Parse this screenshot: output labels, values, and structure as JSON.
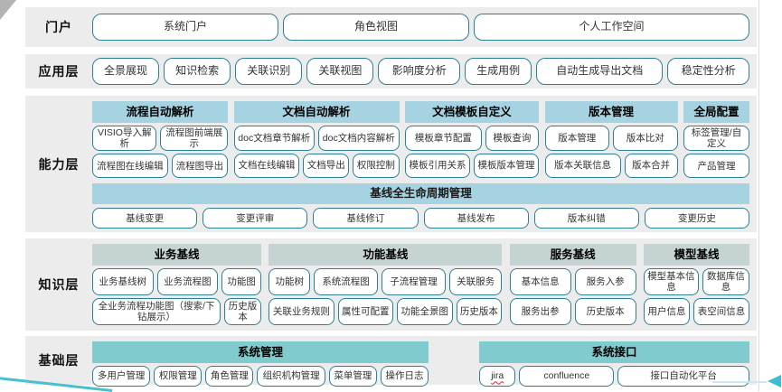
{
  "colors": {
    "band_background": "#ececec",
    "button_border": "#2e7f96",
    "capability_header": "#a6d3e2",
    "knowledge_header": "#c5d4d2",
    "foundation_header": "#7fcbce",
    "accent_teal": "#40bccc",
    "corner_gray": "#b3b3b3"
  },
  "misspelled": [
    "jira"
  ],
  "layers": [
    {
      "label": "门户",
      "items": [
        "系统门户",
        "角色视图",
        "个人工作空间"
      ]
    },
    {
      "label": "应用层",
      "items": [
        "全景展现",
        "知识检索",
        "关联识别",
        "关联视图",
        "影响度分析",
        "生成用例",
        "自动生成导出文档",
        "稳定性分析"
      ]
    },
    {
      "label": "能力层",
      "groups": [
        {
          "title": "流程自动解析",
          "rows": [
            [
              "VISIO导入解析",
              "流程图前端展示"
            ],
            [
              "流程图在线编辑",
              "流程图导出"
            ]
          ]
        },
        {
          "title": "文档自动解析",
          "rows": [
            [
              "doc文档章节解析",
              "doc文档内容解析"
            ],
            [
              "文档在线编辑",
              "文档导出",
              "权限控制"
            ]
          ]
        },
        {
          "title": "文档模板自定义",
          "rows": [
            [
              "模板章节配置",
              "模板查询"
            ],
            [
              "模板引用关系",
              "模板版本管理"
            ]
          ]
        },
        {
          "title": "版本管理",
          "rows": [
            [
              "版本管理",
              "版本比对"
            ],
            [
              "版本关联信息",
              "版本合并"
            ]
          ]
        },
        {
          "title": "全局配置",
          "rows": [
            [
              "标签管理/自定义"
            ],
            [
              "产品管理"
            ]
          ]
        }
      ],
      "baseline": {
        "title": "基线全生命周期管理",
        "items": [
          "基线变更",
          "变更评审",
          "基线修订",
          "基线发布",
          "版本纠错",
          "变更历史"
        ]
      }
    },
    {
      "label": "知识层",
      "groups": [
        {
          "title": "业务基线",
          "rows": [
            [
              "业务基线树",
              "业务流程图",
              "功能图"
            ],
            [
              "全业务流程功能图（搜索/下钻展示）",
              "历史版本"
            ]
          ]
        },
        {
          "title": "功能基线",
          "rows": [
            [
              "功能树",
              "系统流程图",
              "子流程管理",
              "关联服务"
            ],
            [
              "关联业务规则",
              "属性可配置",
              "功能全景图",
              "历史版本"
            ]
          ]
        },
        {
          "title": "服务基线",
          "rows": [
            [
              "基本信息",
              "服务入参"
            ],
            [
              "服务出参",
              "历史版本"
            ]
          ]
        },
        {
          "title": "模型基线",
          "rows": [
            [
              "模型基本信息",
              "数据库信息"
            ],
            [
              "用户信息",
              "表空间信息"
            ]
          ]
        }
      ]
    },
    {
      "label": "基础层",
      "groups": [
        {
          "title": "系统管理",
          "rows": [
            [
              "多用户管理",
              "权限管理",
              "角色管理",
              "组织机构管理",
              "菜单管理",
              "操作日志"
            ]
          ]
        },
        {
          "title": "系统接口",
          "rows": [
            [
              "jira",
              "confluence",
              "接口自动化平台"
            ]
          ]
        }
      ]
    }
  ]
}
